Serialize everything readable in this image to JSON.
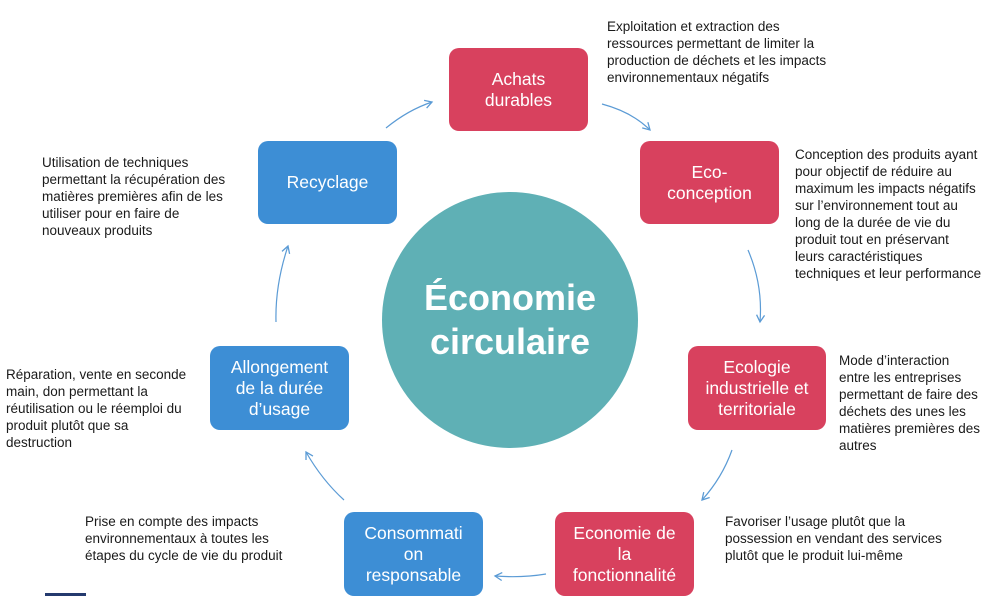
{
  "center": {
    "title": "Économie\ncirculaire"
  },
  "nodes": {
    "achats": {
      "label": "Achats\ndurables",
      "description": "Exploitation et extraction des\nressources permettant de limiter la\nproduction de déchets et les impacts\nenvironnementaux négatifs"
    },
    "eco_conception": {
      "label": "Eco-\nconception",
      "description": "Conception des produits ayant\npour objectif de réduire au\nmaximum les impacts négatifs\nsur l’environnement tout au\nlong de la durée de vie du\nproduit tout en préservant\nleurs caractéristiques\ntechniques et leur performance"
    },
    "ecologie": {
      "label": "Ecologie\nindustrielle et\nterritoriale",
      "description": "Mode d’interaction\nentre les entreprises\npermettant de faire des\ndéchets des unes les\nmatières premières des\nautres"
    },
    "fonctionnalite": {
      "label": "Economie de\nla\nfonctionnalité",
      "description": "Favoriser l’usage plutôt que la\npossession en vendant des services\nplutôt que le produit lui-même"
    },
    "consommation": {
      "label": "Consommati\non\nresponsable",
      "description": "Prise en compte des impacts\nenvironnementaux à toutes les\nétapes du cycle de vie du produit"
    },
    "allongement": {
      "label": "Allongement\nde la durée\nd’usage",
      "description": "Réparation, vente en seconde\nmain, don permettant la\nréutilisation ou le réemploi du\nproduit plutôt que sa\ndestruction"
    },
    "recyclage": {
      "label": "Recyclage",
      "description": "Utilisation de techniques\npermettant la récupération des\nmatières premières afin de les\nutiliser pour en faire de\nnouveaux produits"
    }
  },
  "colors": {
    "red": "#d8415e",
    "blue": "#3d8ed5",
    "teal": "#5fb0b5",
    "arrow": "#5b9bd5",
    "footer": "#243a6e"
  }
}
